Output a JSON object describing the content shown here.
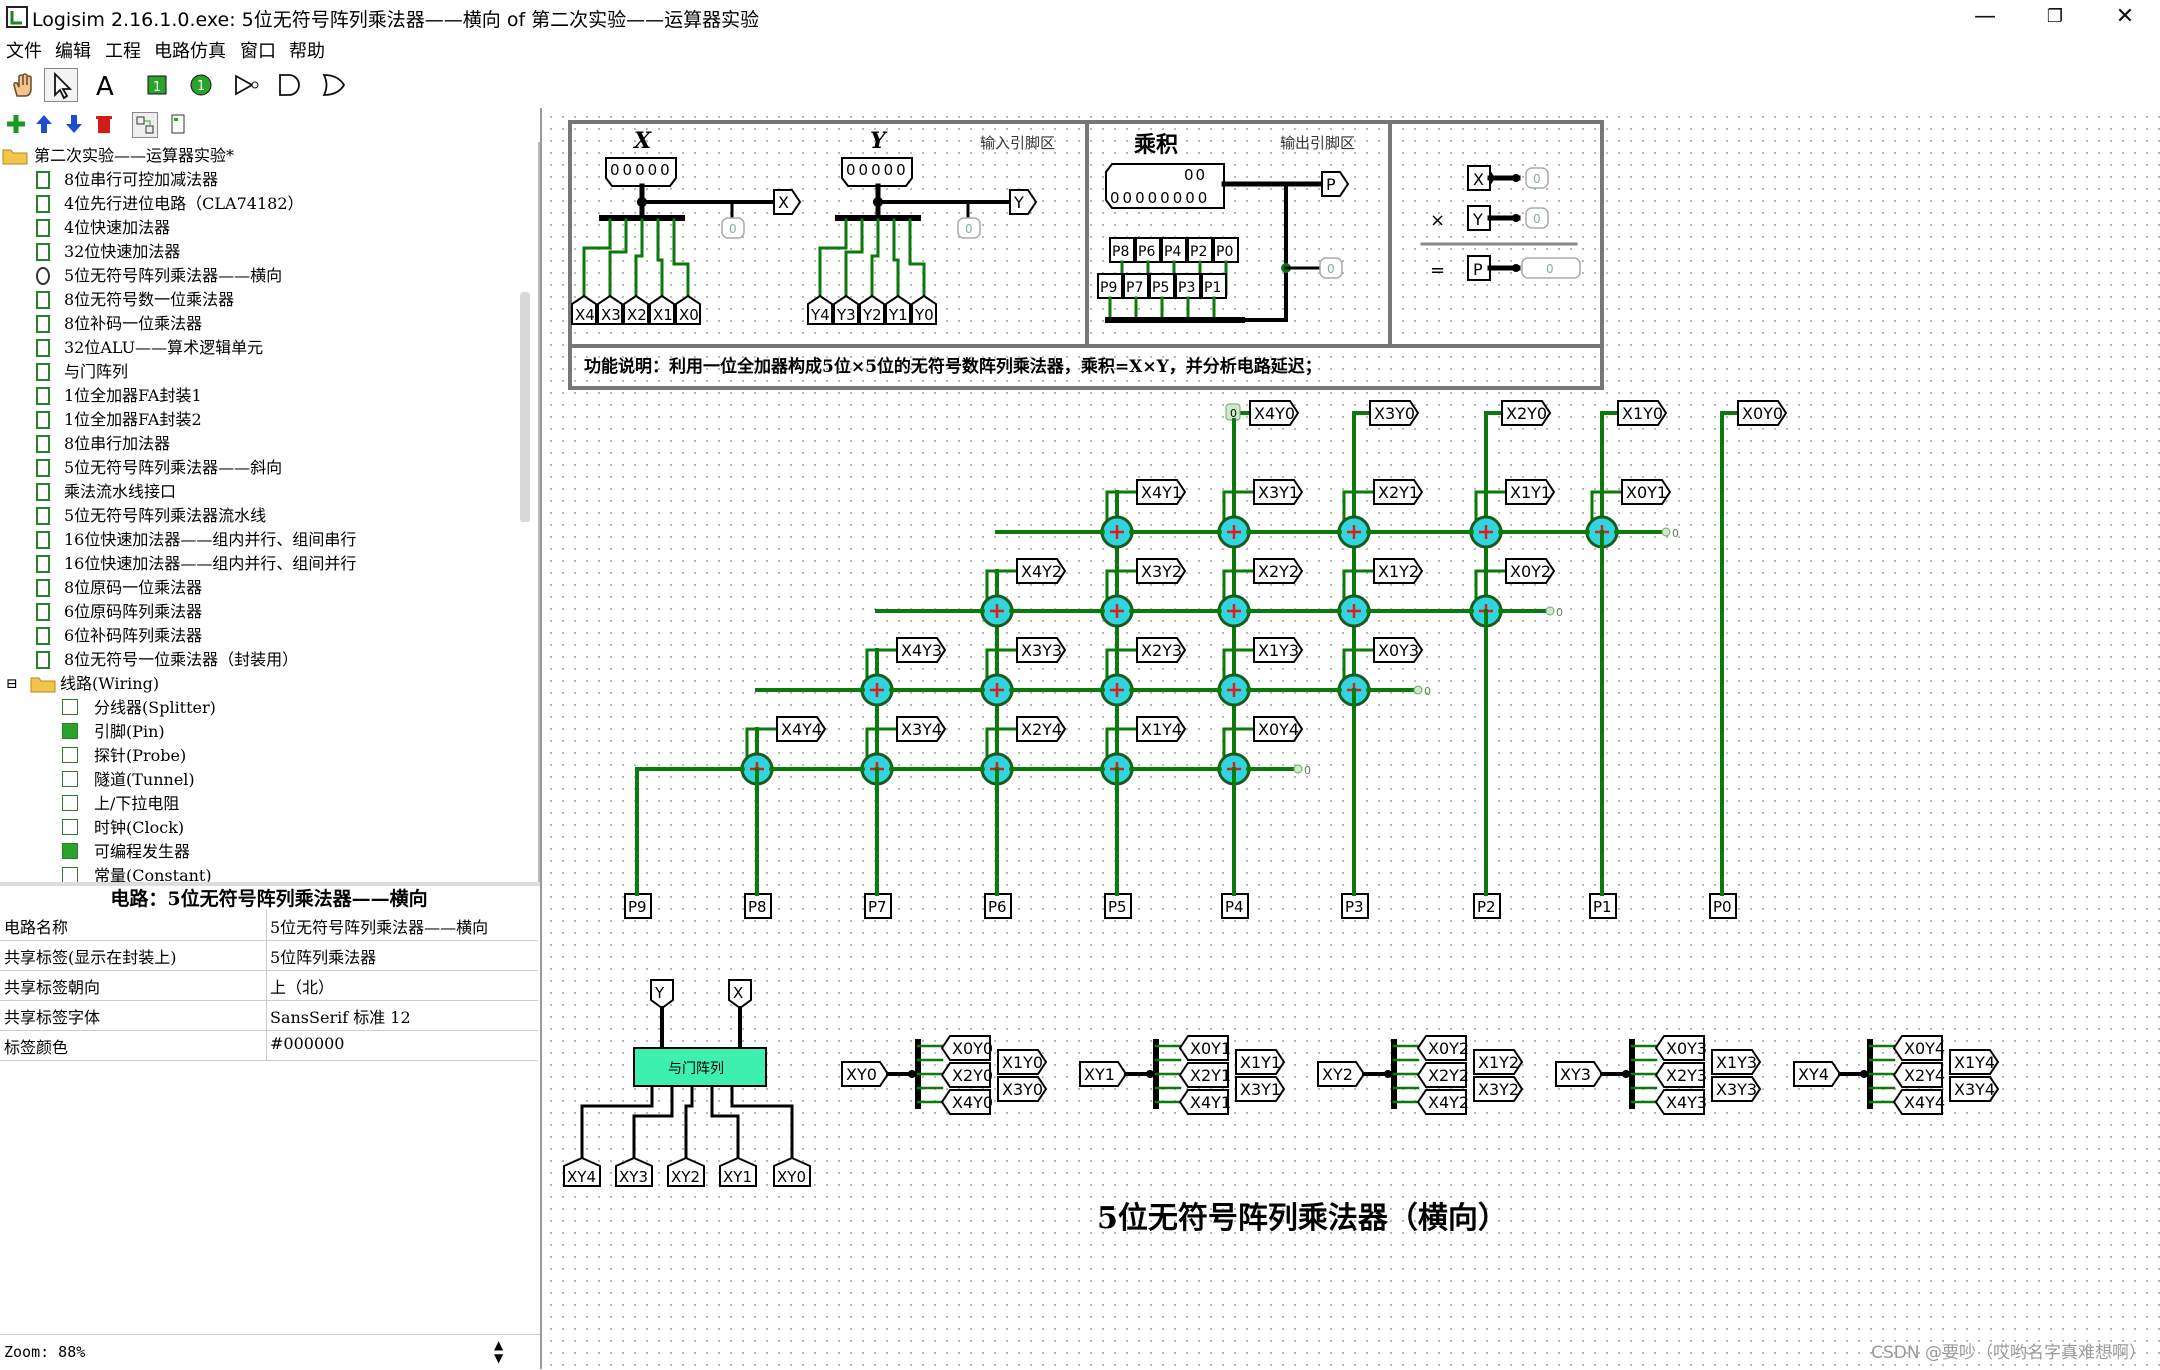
{
  "window": {
    "title": "Logisim 2.16.1.0.exe: 5位无符号阵列乘法器——横向 of 第二次实验——运算器实验",
    "minimize": "—",
    "maximize": "❐",
    "close": "✕"
  },
  "menu": [
    "文件",
    "编辑",
    "工程",
    "电路仿真",
    "窗口",
    "帮助"
  ],
  "toolbar": {
    "tools": [
      "hand-poke-icon",
      "select-arrow-icon",
      "text-tool-icon",
      "input-pin-icon",
      "output-pin-icon",
      "not-gate-icon",
      "and-gate-icon",
      "or-gate-icon"
    ],
    "selected": "select-arrow-icon"
  },
  "tree": {
    "root": "第二次实验——运算器实验*",
    "items": [
      "8位串行可控加减法器",
      "4位先行进位电路（CLA74182）",
      "4位快速加法器",
      "32位快速加法器",
      "5位无符号阵列乘法器——横向",
      "8位无符号数一位乘法器",
      "8位补码一位乘法器",
      "32位ALU——算术逻辑单元",
      "与门阵列",
      "1位全加器FA封装1",
      "1位全加器FA封装2",
      "8位串行加法器",
      "5位无符号阵列乘法器——斜向",
      "乘法流水线接口",
      "5位无符号阵列乘法器流水线",
      "16位快速加法器——组内并行、组间串行",
      "16位快速加法器——组内并行、组间并行",
      "8位原码一位乘法器",
      "6位原码阵列乘法器",
      "6位补码阵列乘法器",
      "8位无符号一位乘法器（封装用）"
    ],
    "wiring_folder": "线路(Wiring)",
    "wiring_items": [
      "分线器(Splitter)",
      "引脚(Pin)",
      "探针(Probe)",
      "隧道(Tunnel)",
      "上/下拉电阻",
      "时钟(Clock)",
      "可编程发生器",
      "常量(Constant)"
    ]
  },
  "attributes": {
    "title": "电路：5位无符号阵列乘法器——横向",
    "rows": [
      {
        "key": "电路名称",
        "value": "5位无符号阵列乘法器——横向"
      },
      {
        "key": "共享标签(显示在封装上)",
        "value": "5位阵列乘法器"
      },
      {
        "key": "共享标签朝向",
        "value": "上（北）"
      },
      {
        "key": "共享标签字体",
        "value": "SansSerif 标准 12"
      },
      {
        "key": "标签颜色",
        "value": "#000000"
      }
    ]
  },
  "zoom": "Zoom: 88%",
  "circuit": {
    "input_area_label": "输入引脚区",
    "output_area_label": "输出引脚区",
    "x_label": "X",
    "y_label": "Y",
    "product_label": "乘积",
    "x_bits": [
      "X4",
      "X3",
      "X2",
      "X1",
      "X0"
    ],
    "y_bits": [
      "Y4",
      "Y3",
      "Y2",
      "Y1",
      "Y0"
    ],
    "p_low": [
      "P8",
      "P6",
      "P4",
      "P2",
      "P0"
    ],
    "p_high": [
      "P9",
      "P7",
      "P5",
      "P3",
      "P1"
    ],
    "in_value": "00000",
    "out_value_top": "00",
    "out_value": "00000000",
    "pin_x": "X",
    "pin_y": "Y",
    "pin_p": "P",
    "probe_zero": "0",
    "formula_times": "×",
    "formula_eq": "=",
    "description": "功能说明：利用一位全加器构成5位×5位的无符号数阵列乘法器，乘积=X×Y，并分析电路延迟；",
    "partial_rows": [
      [
        "X4Y0",
        "X3Y0",
        "X2Y0",
        "X1Y0",
        "X0Y0"
      ],
      [
        "X4Y1",
        "X3Y1",
        "X2Y1",
        "X1Y1",
        "X0Y1"
      ],
      [
        "X4Y2",
        "X3Y2",
        "X2Y2",
        "X1Y2",
        "X0Y2"
      ],
      [
        "X4Y3",
        "X3Y3",
        "X2Y3",
        "X1Y3",
        "X0Y3"
      ],
      [
        "X4Y4",
        "X3Y4",
        "X2Y4",
        "X1Y4",
        "X0Y4"
      ]
    ],
    "outputs": [
      "P9",
      "P8",
      "P7",
      "P6",
      "P5",
      "P4",
      "P3",
      "P2",
      "P1",
      "P0"
    ],
    "and_array_label": "与门阵列",
    "and_outputs": [
      "XY4",
      "XY3",
      "XY2",
      "XY1",
      "XY0"
    ],
    "xy_groups": [
      {
        "in": "XY0",
        "left": [
          "X0Y0",
          "X2Y0",
          "X4Y0"
        ],
        "right": [
          "X1Y0",
          "X3Y0"
        ]
      },
      {
        "in": "XY1",
        "left": [
          "X0Y1",
          "X2Y1",
          "X4Y1"
        ],
        "right": [
          "X1Y1",
          "X3Y1"
        ]
      },
      {
        "in": "XY2",
        "left": [
          "X0Y2",
          "X2Y2",
          "X4Y2"
        ],
        "right": [
          "X1Y2",
          "X3Y2"
        ]
      },
      {
        "in": "XY3",
        "left": [
          "X0Y3",
          "X2Y3",
          "X4Y3"
        ],
        "right": [
          "X1Y3",
          "X3Y3"
        ]
      },
      {
        "in": "XY4",
        "left": [
          "X0Y4",
          "X2Y4",
          "X4Y4"
        ],
        "right": [
          "X1Y4",
          "X3Y4"
        ]
      }
    ],
    "big_title": "5位无符号阵列乘法器（横向）"
  },
  "watermark": "CSDN @要吵（哎哟名字真难想啊）",
  "colors": {
    "wire": "#0a7a0a",
    "adder": "#30d5e0",
    "and_array": "#3ef0b0",
    "dot_grid": "#b9b9b9"
  }
}
